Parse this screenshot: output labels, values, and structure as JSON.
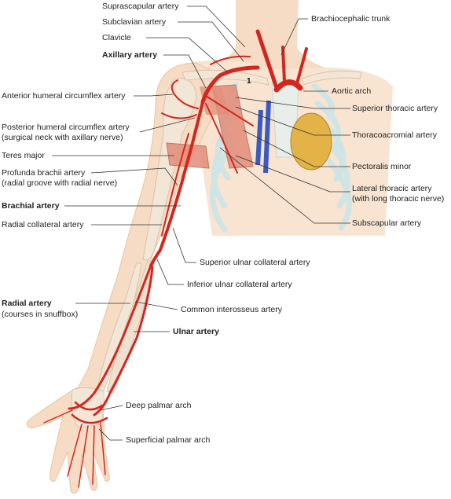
{
  "colors": {
    "skin": "#f6dcc4",
    "skin_shadow": "#ecc3a3",
    "bone": "#f2e6d6",
    "cartilage": "#cfe4e4",
    "artery": "#d3261e",
    "artery_dark": "#a9160f",
    "vein": "#3a5bbf",
    "muscle": "#e28d7a",
    "heart": "#e4b347",
    "leader": "#333333"
  },
  "figure": {
    "marker_1": "1",
    "labels": {
      "suprascapular": "Suprascapular artery",
      "subclavian": "Subclavian artery",
      "clavicle": "Clavicle",
      "axillary": "Axillary artery",
      "brachiocephalic": "Brachiocephalic trunk",
      "aortic_arch": "Aortic arch",
      "ant_humeral_circ": "Anterior humeral circumflex artery",
      "sup_thoracic": "Superior thoracic artery",
      "post_humeral_circ_1": "Posterior humeral circumflex artery",
      "post_humeral_circ_2": "(surgical neck with axillary nerve)",
      "thoracoacromial": "Thoracoacromial artery",
      "teres_major": "Teres major",
      "pectoralis_minor": "Pectoralis minor",
      "profunda_1": "Profunda brachii artery",
      "profunda_2": "(radial groove with radial nerve)",
      "lat_thoracic_1": "Lateral thoracic artery",
      "lat_thoracic_2": "(with long thoracic nerve)",
      "brachial": "Brachial artery",
      "subscapular": "Subscapular artery",
      "radial_collateral": "Radial collateral artery",
      "sup_ulnar_coll": "Superior ulnar collateral artery",
      "inf_ulnar_coll": "Inferior ulnar collateral artery",
      "radial_1": "Radial artery",
      "radial_2": "(courses in snuffbox)",
      "common_interosseus": "Common interosseus artery",
      "ulnar": "Ulnar artery",
      "deep_palmar": "Deep palmar arch",
      "superficial_palmar": "Superficial palmar arch"
    }
  }
}
